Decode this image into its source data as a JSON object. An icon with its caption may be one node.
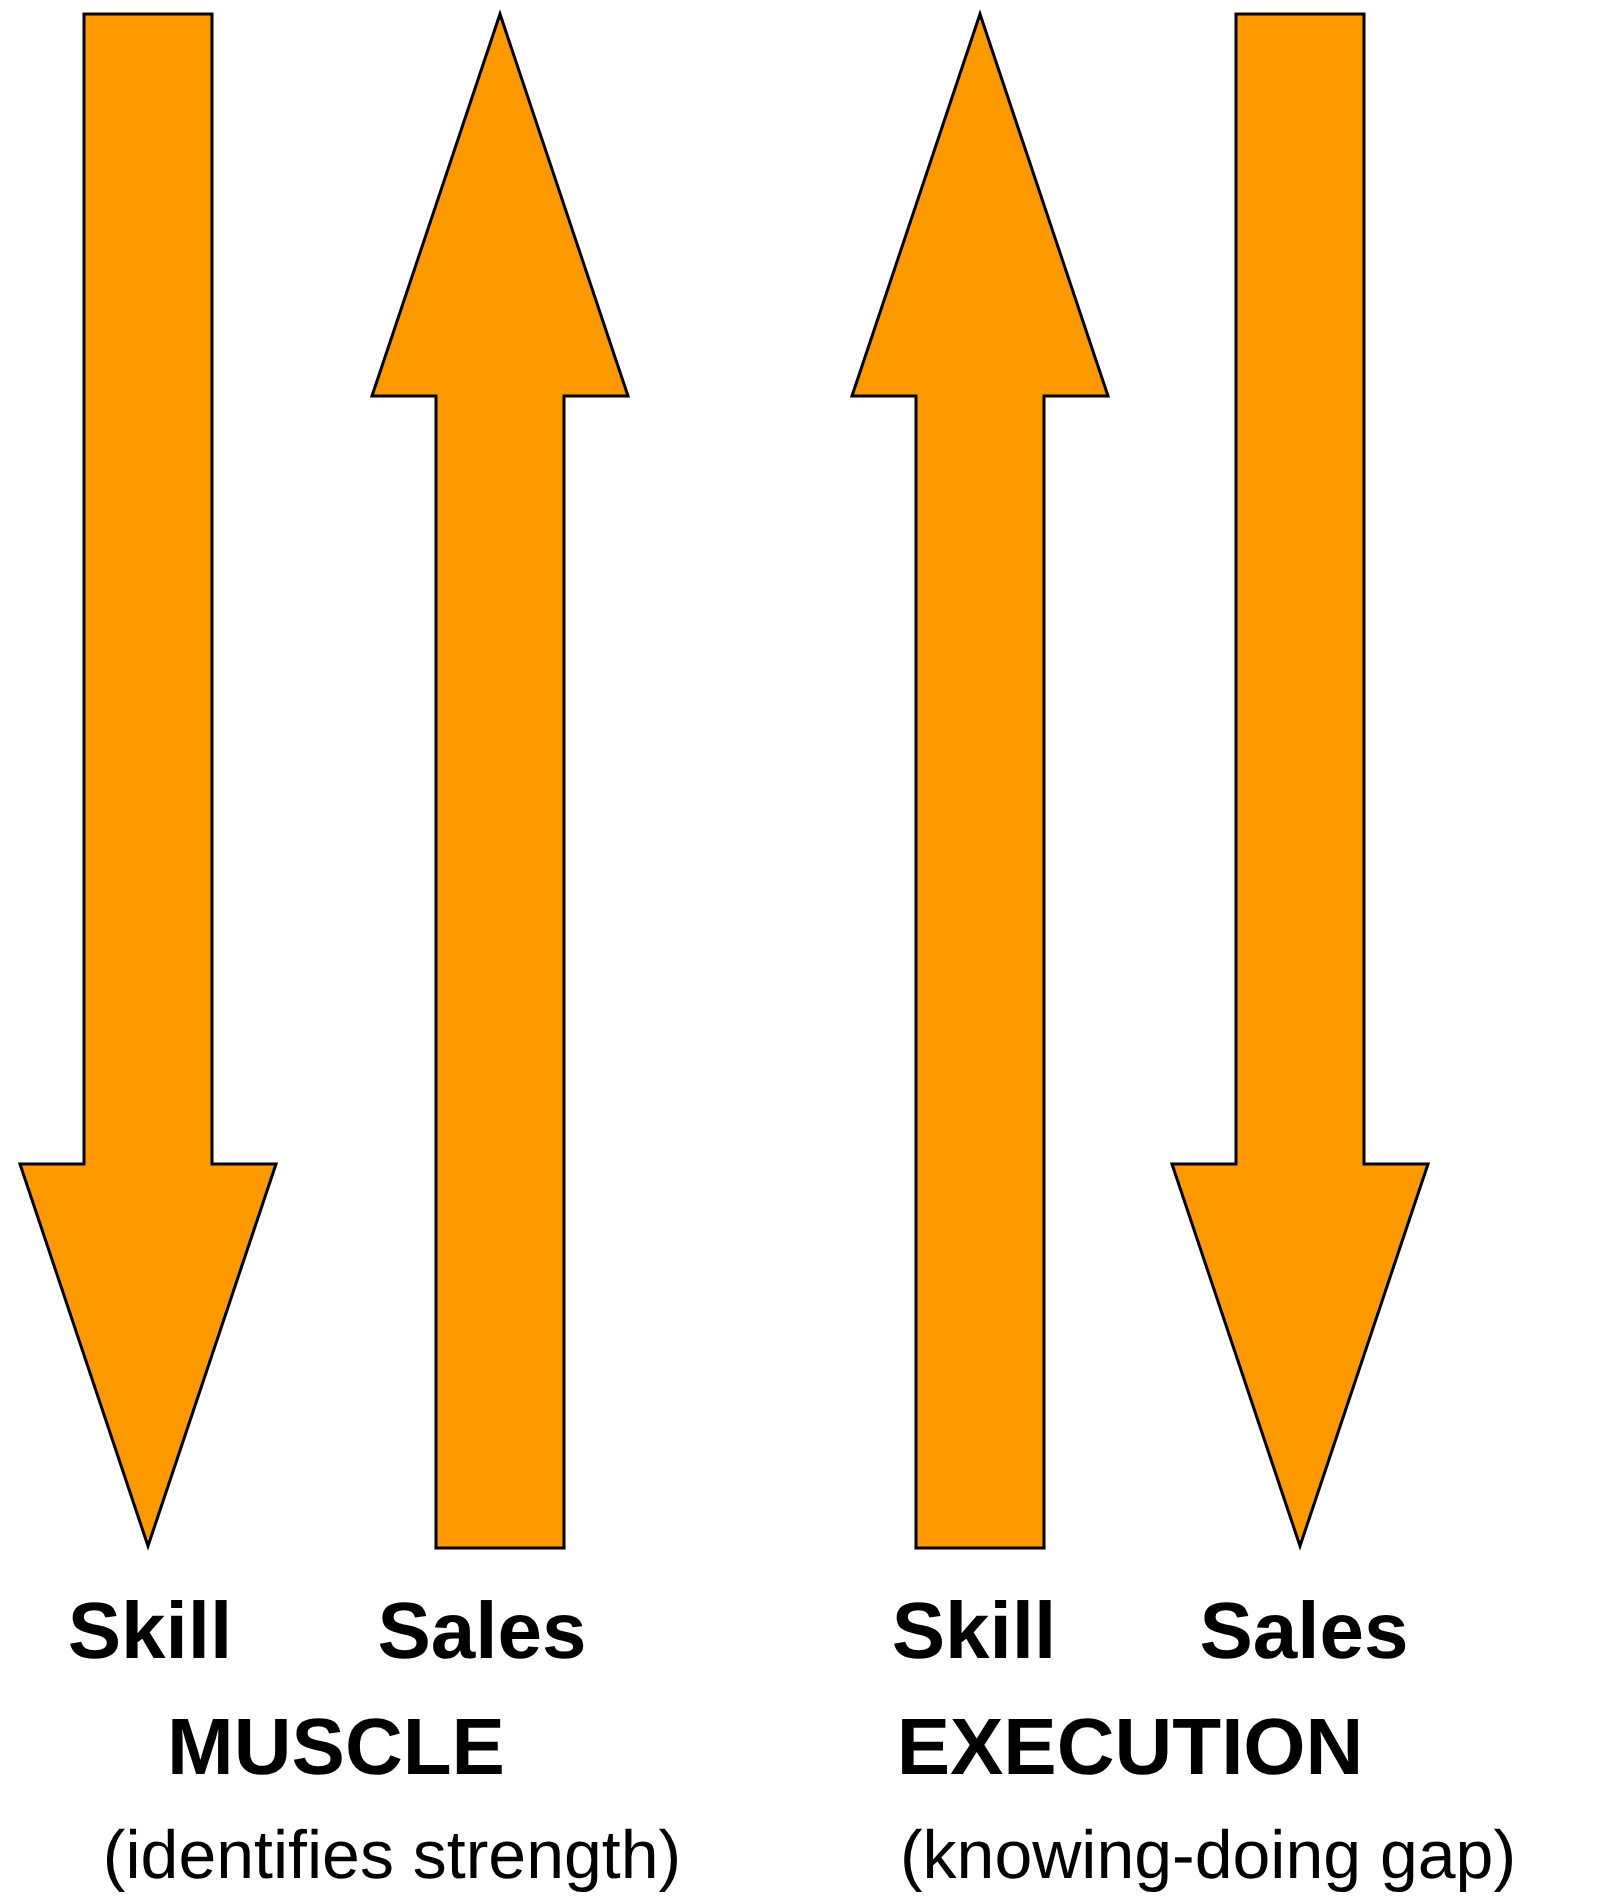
{
  "diagram": {
    "labels": [
      "Skill",
      "Sales",
      "Skill",
      "Sales",
      "MUSCLE",
      "EXECUTION",
      "(identifies strength)",
      "(knowing-doing gap)"
    ]
  }
}
